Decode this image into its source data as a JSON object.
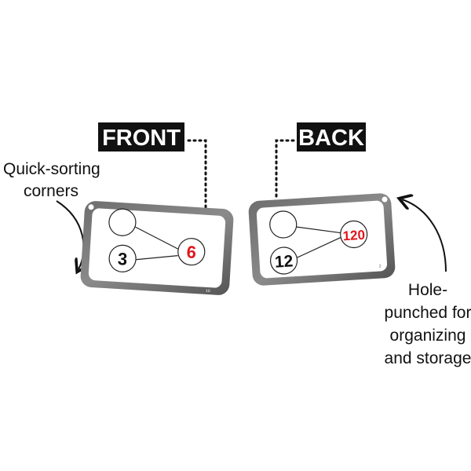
{
  "labels": {
    "front": "FRONT",
    "back": "BACK"
  },
  "callouts": {
    "left": [
      "Quick-sorting",
      "corners"
    ],
    "right": [
      "Hole-",
      "punched for",
      "organizing",
      "and storage"
    ]
  },
  "front_card": {
    "top_circle": "",
    "bottom_circle": "3",
    "right_circle": "6",
    "card_number": "10"
  },
  "back_card": {
    "top_circle": "",
    "bottom_circle": "12",
    "right_circle": "120",
    "card_number": "2"
  },
  "colors": {
    "accent": "#e3141b",
    "frame": "#5a5a5a",
    "label_bg": "#111111"
  }
}
